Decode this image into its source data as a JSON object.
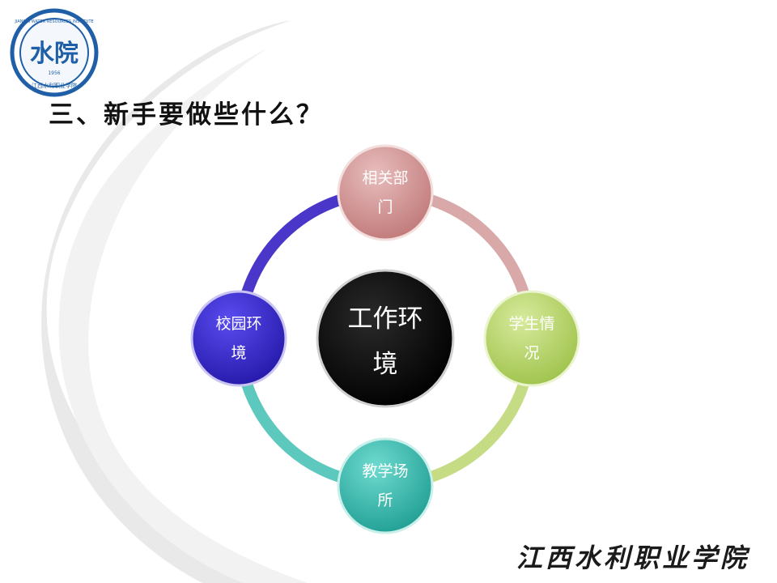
{
  "slide": {
    "title": "三、新手要做些什么？",
    "footer_text": "江西水利职业学院"
  },
  "logo": {
    "glyph": "水院",
    "ring_text": "JIANGXI WATER RESOURCES INSTITUTE",
    "bottom_text": "江西水利职业学院",
    "year": "1956",
    "color": "#1f5fa8"
  },
  "diagram": {
    "center": {
      "line1": "工作环",
      "line2": "境",
      "color": "#050505"
    },
    "nodes": [
      {
        "line1": "相关部",
        "line2": "门",
        "color": "#d79b9b",
        "arc_color": "#d9a9a9"
      },
      {
        "line1": "学生情",
        "line2": "况",
        "color": "#bfd970",
        "arc_color": "#c6dc84"
      },
      {
        "line1": "教学场",
        "line2": "所",
        "color": "#3ec2b6",
        "arc_color": "#5cc8be"
      },
      {
        "line1": "校园环",
        "line2": "境",
        "color": "#3a2bd0",
        "arc_color": "#4a36c9"
      }
    ]
  }
}
